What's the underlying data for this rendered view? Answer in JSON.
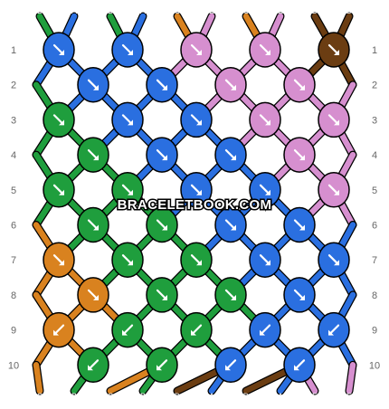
{
  "watermark": "BRACELETBOOK.COM",
  "colors": {
    "A": "#2a6fe0",
    "B": "#1f9e3d",
    "C": "#d9821f",
    "D": "#6b3d12",
    "E": "#d68fcf"
  },
  "top_strings": [
    "B",
    "A",
    "B",
    "A",
    "C",
    "E",
    "C",
    "E",
    "D",
    "D"
  ],
  "bottom_strings": [
    "C",
    "B",
    "C",
    "B",
    "D",
    "A",
    "D",
    "A",
    "E",
    "E"
  ],
  "rows": [
    {
      "label": "1",
      "knots": [
        {
          "color": "A",
          "arrow": "down-right"
        },
        {
          "color": "A",
          "arrow": "down-right"
        },
        {
          "color": "E",
          "arrow": "down-right"
        },
        {
          "color": "E",
          "arrow": "down-right"
        },
        {
          "color": "D",
          "arrow": "down-right"
        }
      ]
    },
    {
      "label": "2",
      "knots": [
        {
          "color": "A",
          "arrow": "down-right"
        },
        {
          "color": "A",
          "arrow": "down-right"
        },
        {
          "color": "E",
          "arrow": "down-right"
        },
        {
          "color": "E",
          "arrow": "down-right"
        }
      ]
    },
    {
      "label": "3",
      "knots": [
        {
          "color": "B",
          "arrow": "down-right"
        },
        {
          "color": "A",
          "arrow": "down-right"
        },
        {
          "color": "A",
          "arrow": "down-right"
        },
        {
          "color": "E",
          "arrow": "down-right"
        },
        {
          "color": "E",
          "arrow": "down-right"
        }
      ]
    },
    {
      "label": "4",
      "knots": [
        {
          "color": "B",
          "arrow": "down-right"
        },
        {
          "color": "A",
          "arrow": "down-right"
        },
        {
          "color": "A",
          "arrow": "down-right"
        },
        {
          "color": "E",
          "arrow": "down-right"
        }
      ]
    },
    {
      "label": "5",
      "knots": [
        {
          "color": "B",
          "arrow": "down-right"
        },
        {
          "color": "B",
          "arrow": "down-right"
        },
        {
          "color": "A",
          "arrow": "down-right"
        },
        {
          "color": "A",
          "arrow": "down-right"
        },
        {
          "color": "E",
          "arrow": "down-right"
        }
      ]
    },
    {
      "label": "6",
      "knots": [
        {
          "color": "B",
          "arrow": "down-right"
        },
        {
          "color": "B",
          "arrow": "down-right"
        },
        {
          "color": "A",
          "arrow": "down-right"
        },
        {
          "color": "A",
          "arrow": "down-right"
        }
      ]
    },
    {
      "label": "7",
      "knots": [
        {
          "color": "C",
          "arrow": "down-right"
        },
        {
          "color": "B",
          "arrow": "down-right"
        },
        {
          "color": "B",
          "arrow": "down-right"
        },
        {
          "color": "A",
          "arrow": "down-right"
        },
        {
          "color": "A",
          "arrow": "down-right"
        }
      ]
    },
    {
      "label": "8",
      "knots": [
        {
          "color": "C",
          "arrow": "down-right"
        },
        {
          "color": "B",
          "arrow": "down-right"
        },
        {
          "color": "B",
          "arrow": "down-right"
        },
        {
          "color": "A",
          "arrow": "down-right"
        }
      ]
    },
    {
      "label": "9",
      "knots": [
        {
          "color": "C",
          "arrow": "down-left"
        },
        {
          "color": "B",
          "arrow": "down-left"
        },
        {
          "color": "B",
          "arrow": "down-left"
        },
        {
          "color": "A",
          "arrow": "down-left"
        },
        {
          "color": "A",
          "arrow": "down-left"
        }
      ]
    },
    {
      "label": "10",
      "knots": [
        {
          "color": "B",
          "arrow": "down-left"
        },
        {
          "color": "B",
          "arrow": "down-left"
        },
        {
          "color": "A",
          "arrow": "down-left"
        },
        {
          "color": "A",
          "arrow": "down-left"
        }
      ]
    }
  ]
}
